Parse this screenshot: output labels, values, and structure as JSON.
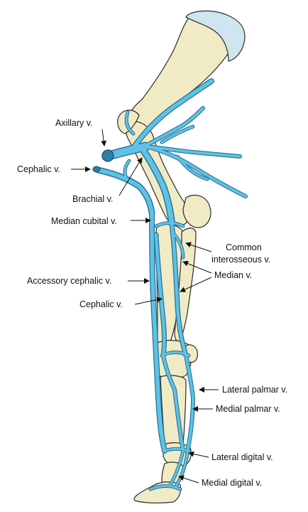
{
  "labels": {
    "axillary": "Axillary v.",
    "cephalic_top": "Cephalic v.",
    "brachial": "Brachial v.",
    "median_cubital": "Median cubital v.",
    "common_interosseous_1": "Common",
    "common_interosseous_2": "interosseous v.",
    "median": "Median v.",
    "accessory_cephalic": "Accessory cephalic v.",
    "cephalic_lower": "Cephalic v.",
    "lateral_palmar": "Lateral palmar v.",
    "medial_palmar": "Medial palmar v.",
    "lateral_digital": "Lateral digital v.",
    "medial_digital": "Medial digital v."
  },
  "colors": {
    "vein_fill": "#5cc3e6",
    "vein_outline": "#2f6f93",
    "bone": "#f1ebc5",
    "cartilage": "#cfe6f0"
  }
}
